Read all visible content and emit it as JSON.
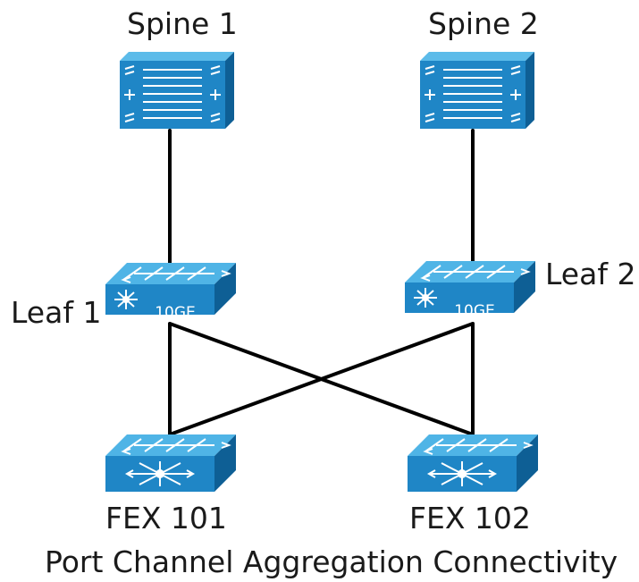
{
  "title": "Port Channel Aggregation Connectivity",
  "colors": {
    "link": "#000000",
    "device_front": "#1f86c6",
    "device_top": "#4fb4e6",
    "device_side": "#0e5f95",
    "accent_white": "#ffffff",
    "text": "#1a1a1a"
  },
  "nodes": {
    "spine1": {
      "label": "Spine 1",
      "icon": "spine-switch-icon"
    },
    "spine2": {
      "label": "Spine 2",
      "icon": "spine-switch-icon"
    },
    "leaf1": {
      "label": "Leaf 1",
      "badge": "10GE",
      "icon": "leaf-switch-icon"
    },
    "leaf2": {
      "label": "Leaf 2",
      "badge": "10GE",
      "icon": "leaf-switch-icon"
    },
    "fex101": {
      "label": "FEX 101",
      "icon": "fex-switch-icon"
    },
    "fex102": {
      "label": "FEX 102",
      "icon": "fex-switch-icon"
    }
  },
  "links": [
    {
      "from": "spine1",
      "to": "leaf1"
    },
    {
      "from": "spine2",
      "to": "leaf2"
    },
    {
      "from": "leaf1",
      "to": "fex101"
    },
    {
      "from": "leaf1",
      "to": "fex102"
    },
    {
      "from": "leaf2",
      "to": "fex101"
    },
    {
      "from": "leaf2",
      "to": "fex102"
    }
  ]
}
